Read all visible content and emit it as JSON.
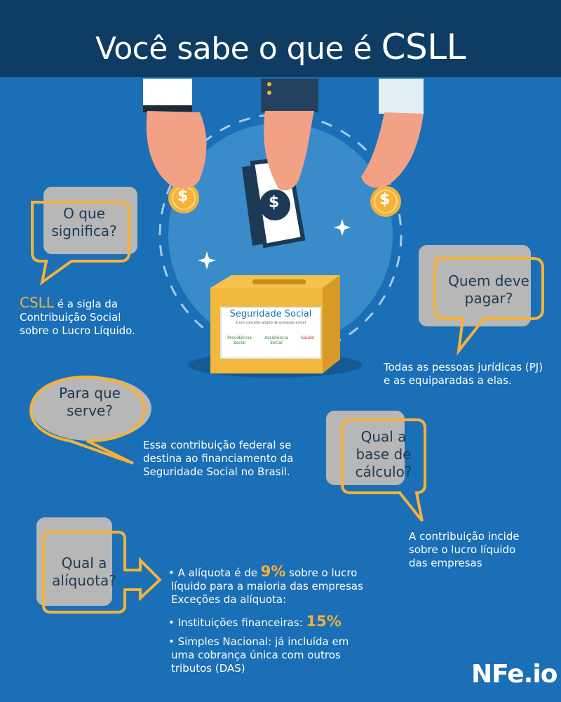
{
  "header": {
    "title_prefix": "Você sabe o que é",
    "title_strong": "CSLL"
  },
  "illustration": {
    "panel_title": "Seguridade Social",
    "panel_subtitle": "é um conceito amplo de proteção social",
    "panel_item_1_line_1": "Previdência",
    "panel_item_1_line_2": "Social",
    "panel_item_2_line_1": "Assistência",
    "panel_item_2_line_2": "Social",
    "panel_item_3": "Saúde",
    "coin_symbol": "$",
    "bill_symbol": "$"
  },
  "sections": {
    "q1": {
      "question_line_1": "O que",
      "question_line_2": "significa?",
      "answer_highlight": "CSLL",
      "answer_line_1_rest": " é a sigla da",
      "answer_line_2": "Contribuição Social",
      "answer_line_3": "sobre o Lucro Líquido."
    },
    "q2": {
      "question_line_1": "Quem deve",
      "question_line_2": "pagar?",
      "answer_line_1": "Todas as pessoas jurídicas (PJ)",
      "answer_line_2": "e as equiparadas a elas."
    },
    "q3": {
      "question_line_1": "Para que",
      "question_line_2": "serve?",
      "answer_line_1": "Essa contribuição federal se",
      "answer_line_2": "destina ao financiamento da",
      "answer_line_3": "Seguridade Social no Brasil."
    },
    "q4": {
      "question_line_1": "Qual a",
      "question_line_2": "base de",
      "question_line_3": "cálculo?",
      "answer_line_1": "A contribuição incide",
      "answer_line_2": "sobre o lucro líquido",
      "answer_line_3": "das empresas"
    },
    "q5": {
      "question_line_1": "Qual a",
      "question_line_2": "alíquota?",
      "bullet_1_prefix": "• A alíquota é de ",
      "bullet_1_pct": "9%",
      "bullet_1_suffix": " sobre o lucro",
      "bullet_1_line_2": "líquido para a maioria das empresas",
      "bullet_1_line_3": "Exceções da alíquota:",
      "bullet_2_prefix": "• Instituições financeiras: ",
      "bullet_2_pct": "15%",
      "bullet_3_line_1": "• Simples Nacional: já incluída em",
      "bullet_3_line_2": "uma cobrança única com outros",
      "bullet_3_line_3": "tributos (DAS)"
    }
  },
  "logo": {
    "text": "NFe.io"
  },
  "colors": {
    "background": "#1a6fb6",
    "header": "#0e3c62",
    "accent_orange": "#f5b23b",
    "bubble_gray": "#b7b7b7"
  }
}
